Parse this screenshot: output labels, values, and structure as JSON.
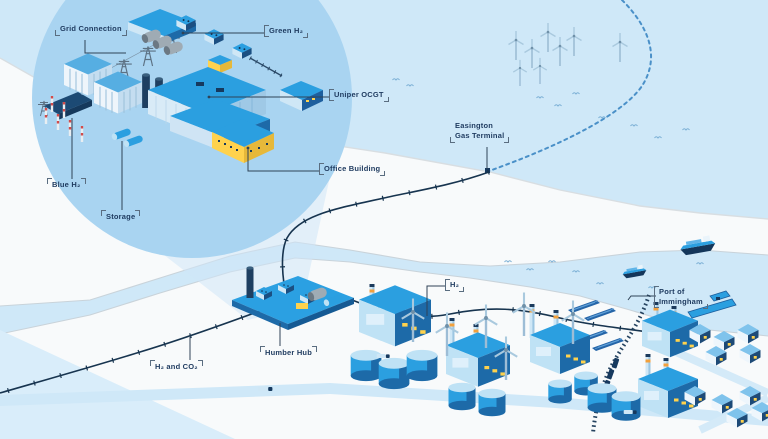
{
  "illustration_labels": {
    "grid_connection": "Grid Connection",
    "green_h2": "Green H₂",
    "uniper_ocgt": "Uniper OCGT",
    "easington_gas_terminal": "Easington\nGas Terminal",
    "office_building": "Office Building",
    "blue_h2": "Blue H₂",
    "storage": "Storage",
    "humber_hub": "Humber Hub",
    "h2_and_co2": "H₂ and CO₂",
    "h2": "H₂",
    "port_of_immingham": "Port of\nImmingham"
  },
  "colors": {
    "sea": "#cfe8f8",
    "land": "#f8fafb",
    "magnifier_circle": "#a9d4f1",
    "callout_wedge": "#d6eafa",
    "building_blue": "#2b9fe0",
    "building_light": "#cfe7f6",
    "building_navy": "#1d6aa8",
    "deep_navy": "#16395e",
    "accent_yellow": "#ffd24d",
    "accent_orange": "#f2a03c",
    "label_text": "#1e3a5f",
    "pipeline": "#17344f",
    "offshore_route": "#4a90c8"
  },
  "icons": {
    "wind_turbine": "wind-turbine-icon",
    "ship": "ship-icon",
    "train": "train-icon",
    "house": "house-icon",
    "factory": "factory-icon",
    "bird": "bird-icon"
  }
}
